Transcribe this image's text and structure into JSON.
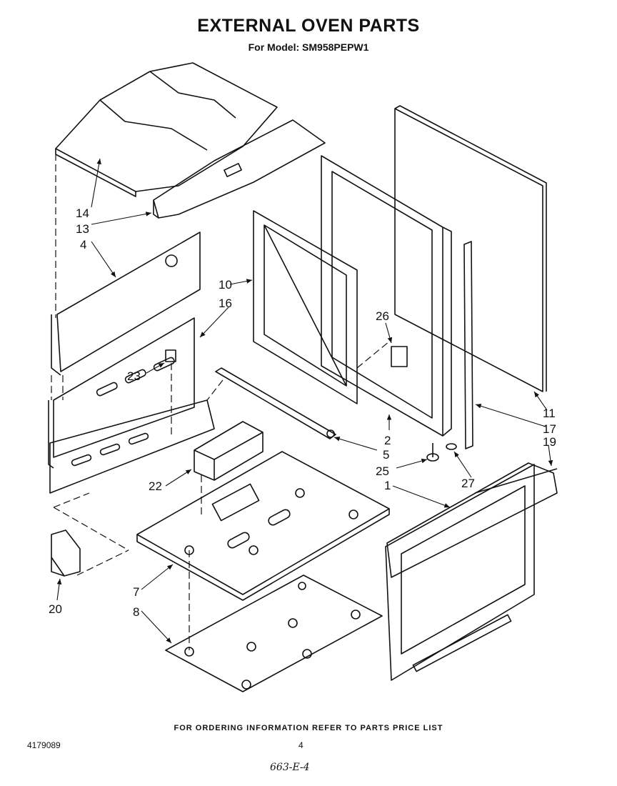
{
  "header": {
    "title": "EXTERNAL OVEN PARTS",
    "model_line": "For Model: SM958PEPW1"
  },
  "callouts": {
    "p1": "1",
    "p2": "2",
    "p4": "4",
    "p5": "5",
    "p7": "7",
    "p8": "8",
    "p10": "10",
    "p11": "11",
    "p13": "13",
    "p14": "14",
    "p16": "16",
    "p17": "17",
    "p19": "19",
    "p20": "20",
    "p22": "22",
    "p23": "23",
    "p25": "25",
    "p26": "26",
    "p27": "27"
  },
  "footer": {
    "ordering_note": "FOR ORDERING INFORMATION REFER TO PARTS PRICE LIST",
    "document_number": "4179089",
    "page_number": "4",
    "handwritten_code": "663-E-4"
  }
}
